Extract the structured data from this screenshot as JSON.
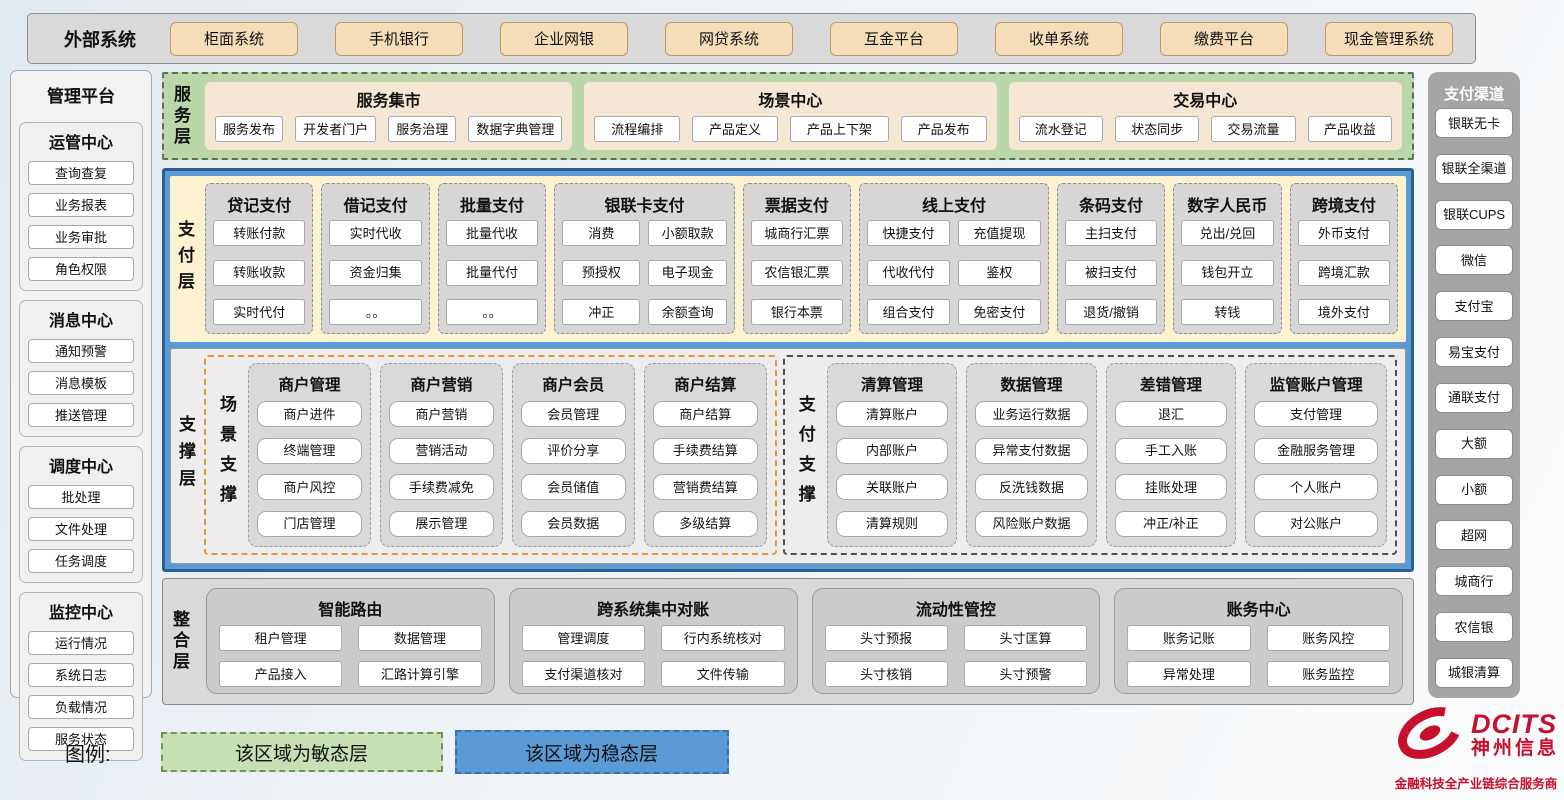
{
  "colors": {
    "agile_green": "#b9d7a8",
    "stable_blue": "#5b9bd5",
    "stable_border": "#2f5e8f",
    "payment_cream": "#fdf2d0",
    "column_gray": "#d6d6d6",
    "tan_fill": "#f5ddb9",
    "tan_border": "#bf9a63",
    "service_tan": "#f5e7d3",
    "scene_orange": "#e8953a",
    "channel_gray": "#a7a4a4",
    "legend_green": "#c6e0b4",
    "brand_red": "#c8102e"
  },
  "external_systems": {
    "label": "外部系统",
    "items": [
      "柜面系统",
      "手机银行",
      "企业网银",
      "网贷系统",
      "互金平台",
      "收单系统",
      "缴费平台",
      "现金管理系统"
    ]
  },
  "management_platform": {
    "title": "管理平台",
    "sections": [
      {
        "title": "运管中心",
        "items": [
          "查询查复",
          "业务报表",
          "业务审批",
          "角色权限"
        ]
      },
      {
        "title": "消息中心",
        "items": [
          "通知预警",
          "消息模板",
          "推送管理"
        ]
      },
      {
        "title": "调度中心",
        "items": [
          "批处理",
          "文件处理",
          "任务调度"
        ]
      },
      {
        "title": "监控中心",
        "items": [
          "运行情况",
          "系统日志",
          "负载情况",
          "服务状态"
        ]
      }
    ]
  },
  "service_layer": {
    "label": "服务层",
    "groups": [
      {
        "title": "服务集市",
        "items": [
          "服务发布",
          "开发者门户",
          "服务治理",
          "数据字典管理"
        ]
      },
      {
        "title": "场景中心",
        "items": [
          "流程编排",
          "产品定义",
          "产品上下架",
          "产品发布"
        ]
      },
      {
        "title": "交易中心",
        "items": [
          "流水登记",
          "状态同步",
          "交易流量",
          "产品收益"
        ]
      }
    ]
  },
  "payment_layer": {
    "label": "支付层",
    "columns": [
      {
        "title": "贷记支付",
        "items": [
          "转账付款",
          "转账收款",
          "实时代付"
        ]
      },
      {
        "title": "借记支付",
        "items": [
          "实时代收",
          "资金归集",
          "。。"
        ]
      },
      {
        "title": "批量支付",
        "items": [
          "批量代收",
          "批量代付",
          "。。"
        ]
      },
      {
        "title": "银联卡支付",
        "items": [
          "消费",
          "小额取款",
          "预授权",
          "电子现金",
          "冲正",
          "余额查询"
        ]
      },
      {
        "title": "票据支付",
        "items": [
          "城商行汇票",
          "农信银汇票",
          "银行本票"
        ]
      },
      {
        "title": "线上支付",
        "items": [
          "快捷支付",
          "充值提现",
          "代收代付",
          "鉴权",
          "组合支付",
          "免密支付"
        ]
      },
      {
        "title": "条码支付",
        "items": [
          "主扫支付",
          "被扫支付",
          "退货/撤销"
        ]
      },
      {
        "title": "数字人民币",
        "items": [
          "兑出/兑回",
          "钱包开立",
          "转钱"
        ]
      },
      {
        "title": "跨境支付",
        "items": [
          "外币支付",
          "跨境汇款",
          "境外支付"
        ]
      }
    ]
  },
  "support_layer": {
    "label": "支撑层",
    "scene_support": {
      "label": "场景支撑",
      "columns": [
        {
          "title": "商户管理",
          "items": [
            "商户进件",
            "终端管理",
            "商户风控",
            "门店管理"
          ]
        },
        {
          "title": "商户营销",
          "items": [
            "商户营销",
            "营销活动",
            "手续费减免",
            "展示管理"
          ]
        },
        {
          "title": "商户会员",
          "items": [
            "会员管理",
            "评价分享",
            "会员储值",
            "会员数据"
          ]
        },
        {
          "title": "商户结算",
          "items": [
            "商户结算",
            "手续费结算",
            "营销费结算",
            "多级结算"
          ]
        }
      ]
    },
    "payment_support": {
      "label": "支付支撑",
      "columns": [
        {
          "title": "清算管理",
          "items": [
            "清算账户",
            "内部账户",
            "关联账户",
            "清算规则"
          ]
        },
        {
          "title": "数据管理",
          "items": [
            "业务运行数据",
            "异常支付数据",
            "反洗钱数据",
            "风险账户数据"
          ]
        },
        {
          "title": "差错管理",
          "items": [
            "退汇",
            "手工入账",
            "挂账处理",
            "冲正/补正"
          ]
        },
        {
          "title": "监管账户管理",
          "items": [
            "支付管理",
            "金融服务管理",
            "个人账户",
            "对公账户"
          ]
        }
      ]
    }
  },
  "integration_layer": {
    "label": "整合层",
    "groups": [
      {
        "title": "智能路由",
        "items": [
          "租户管理",
          "数据管理",
          "产品接入",
          "汇路计算引擎"
        ]
      },
      {
        "title": "跨系统集中对账",
        "items": [
          "管理调度",
          "行内系统核对",
          "支付渠道核对",
          "文件传输"
        ]
      },
      {
        "title": "流动性管控",
        "items": [
          "头寸预报",
          "头寸匡算",
          "头寸核销",
          "头寸预警"
        ]
      },
      {
        "title": "账务中心",
        "items": [
          "账务记账",
          "账务风控",
          "异常处理",
          "账务监控"
        ]
      }
    ]
  },
  "payment_channels": {
    "title": "支付渠道",
    "items": [
      "银联无卡",
      "银联全渠道",
      "银联CUPS",
      "微信",
      "支付宝",
      "易宝支付",
      "通联支付",
      "大额",
      "小额",
      "超网",
      "城商行",
      "农信银",
      "城银清算"
    ]
  },
  "legend": {
    "label": "图例:",
    "agile_label": "该区域为敏态层",
    "stable_label": "该区域为稳态层"
  },
  "logo": {
    "brand": "DCITS",
    "company": "神州信息",
    "tagline": "金融科技全产业链综合服务商"
  }
}
